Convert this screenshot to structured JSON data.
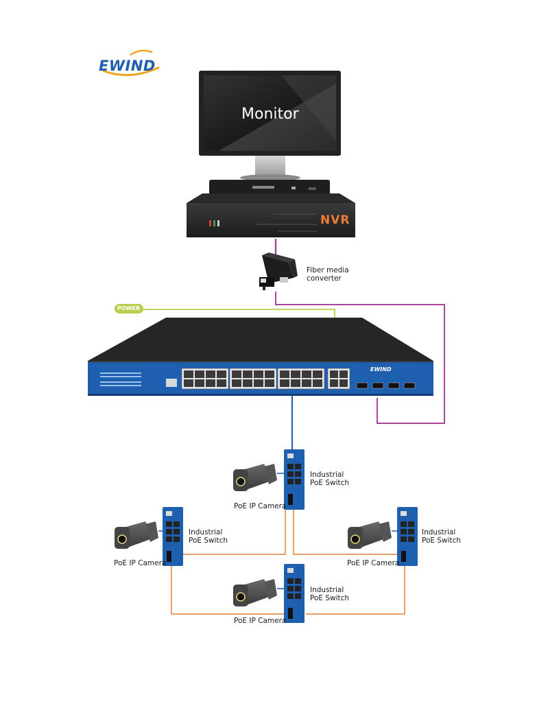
{
  "brand": {
    "logo_text": "EWIND"
  },
  "devices": {
    "monitor": {
      "label": "Monitor"
    },
    "nvr": {
      "label": "NVR"
    },
    "fiber_converter": {
      "label_line1": "Fiber media",
      "label_line2": "converter"
    },
    "power_tag": {
      "label": "POWER"
    },
    "main_switch": {
      "brand_text": "EWIND"
    }
  },
  "edge_nodes": [
    {
      "switch_line1": "Industrial",
      "switch_line2": "PoE Switch",
      "camera_label": "PoE IP Camera"
    },
    {
      "switch_line1": "Industrial",
      "switch_line2": "PoE Switch",
      "camera_label": "PoE IP Camera"
    },
    {
      "switch_line1": "Industrial",
      "switch_line2": "PoE Switch",
      "camera_label": "PoE IP Camera"
    },
    {
      "switch_line1": "Industrial",
      "switch_line2": "PoE Switch",
      "camera_label": "PoE IP Camera"
    }
  ],
  "colors": {
    "fiber_link": "#a8469b",
    "power_line": "#b6cf4a",
    "uplink": "#1f5fa0",
    "ring_link": "#e9a065",
    "switch_blue": "#1f5fb0",
    "nvr_orange": "#ef7d3b"
  },
  "icons": [
    "ewind-logo-icon",
    "monitor-icon",
    "nvr-recorder-icon",
    "fiber-converter-icon",
    "poe-switch-icon",
    "industrial-switch-icon",
    "ip-camera-icon"
  ]
}
